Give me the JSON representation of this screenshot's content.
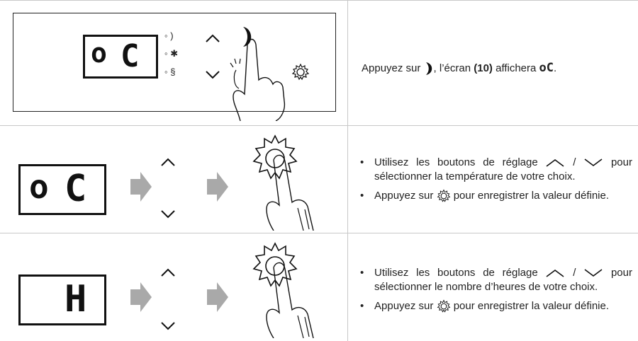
{
  "row1": {
    "display": "oC",
    "display_left": "o",
    "display_right": "C",
    "mode_moon": "◦ )",
    "mode_sun": "◦ ✱",
    "mode_heat": "◦ §",
    "text_before": "Appuyez sur ",
    "text_mid": ", l’écran ",
    "text_bold": "(10)",
    "text_after": " affichera ",
    "text_end": "."
  },
  "row2": {
    "display_left": "o",
    "display_right": "C",
    "bullet1_before": "Utilisez les boutons de réglage ",
    "bullet1_sep": " / ",
    "bullet1_after": " pour sélectionner la température de votre choix.",
    "bullet2_before": "Appuyez sur ",
    "bullet2_after": " pour enregistrer la valeur définie."
  },
  "row3": {
    "display": "H",
    "bullet1_before": "Utilisez les boutons de réglage ",
    "bullet1_sep": " / ",
    "bullet1_after": " pour sélectionner le nombre d’heures de votre choix.",
    "bullet2_before": "Appuyez sur ",
    "bullet2_after": " pour enregistrer la valeur définie."
  },
  "icons": {
    "up": "chevron-up-icon",
    "down": "chevron-down-icon",
    "gear": "gear-icon",
    "moon": "moon-icon",
    "arrow": "right-arrow-icon",
    "hand": "hand-pointer-icon"
  },
  "colors": {
    "arrow": "#a9a9a9",
    "lines": "#c8c8c8",
    "ink": "#111111"
  }
}
